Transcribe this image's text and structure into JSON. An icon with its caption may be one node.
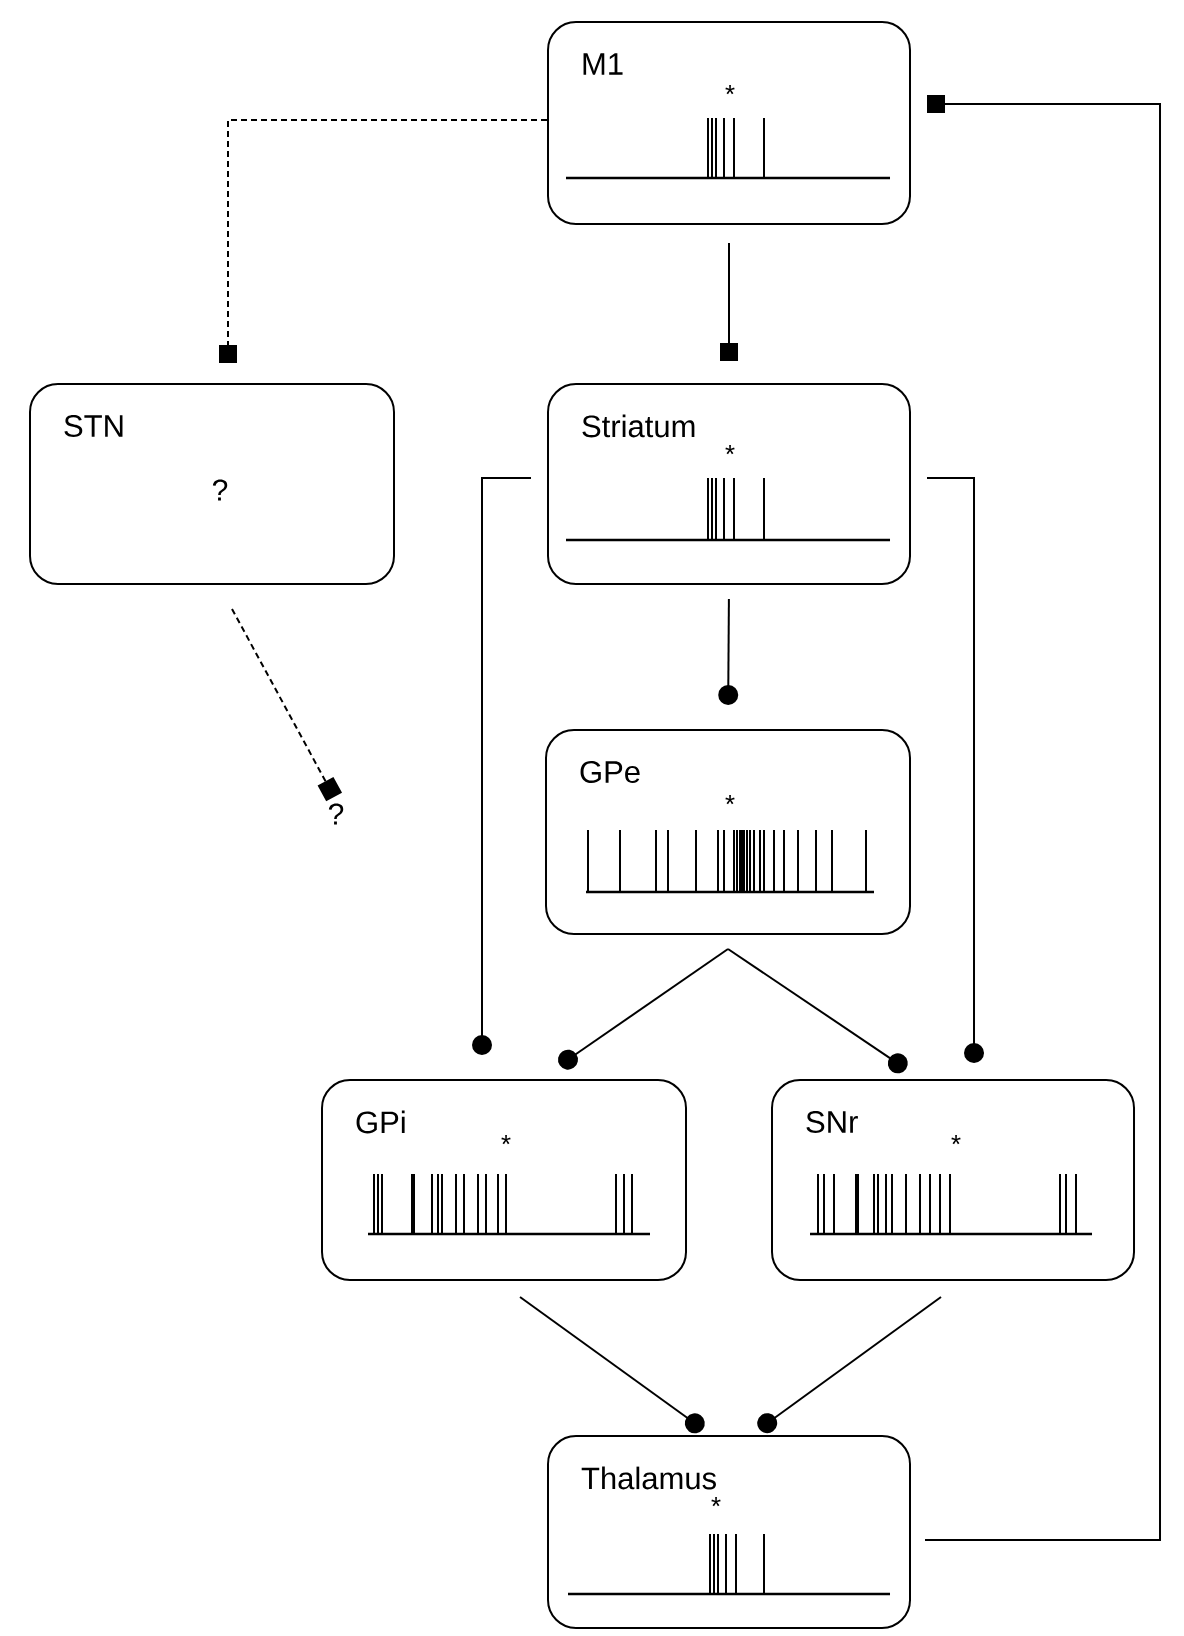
{
  "diagram": {
    "nodes": [
      {
        "text": [
          "M1",
          "*"
        ]
      },
      {
        "text": [
          "STN",
          "?"
        ]
      },
      {
        "text": [
          "Striatum",
          "*"
        ]
      },
      {
        "text": [
          "GPe",
          "*"
        ]
      },
      {
        "text": [
          "GPi",
          "*"
        ]
      },
      {
        "text": [
          "SNr",
          "*"
        ]
      },
      {
        "text": [
          "Thalamus",
          "*"
        ]
      },
      {
        "text": [
          "?"
        ]
      }
    ],
    "edges": [
      {
        "from": 0,
        "to": 1,
        "arrow": "other",
        "style": "dashed"
      },
      {
        "from": 0,
        "to": 2,
        "arrow": "other"
      },
      {
        "from": 1,
        "to": 7,
        "arrow": "other",
        "style": "dashed"
      },
      {
        "from": 2,
        "to": 3,
        "arrow": "other"
      },
      {
        "from": 2,
        "to": 4,
        "arrow": "other"
      },
      {
        "from": 2,
        "to": 5,
        "arrow": "other"
      },
      {
        "from": 3,
        "to": 4,
        "arrow": "other"
      },
      {
        "from": 3,
        "to": 5,
        "arrow": "other"
      },
      {
        "from": 4,
        "to": 6,
        "arrow": "other"
      },
      {
        "from": 5,
        "to": 6,
        "arrow": "other"
      },
      {
        "from": 6,
        "to": 0,
        "arrow": "other"
      }
    ]
  }
}
